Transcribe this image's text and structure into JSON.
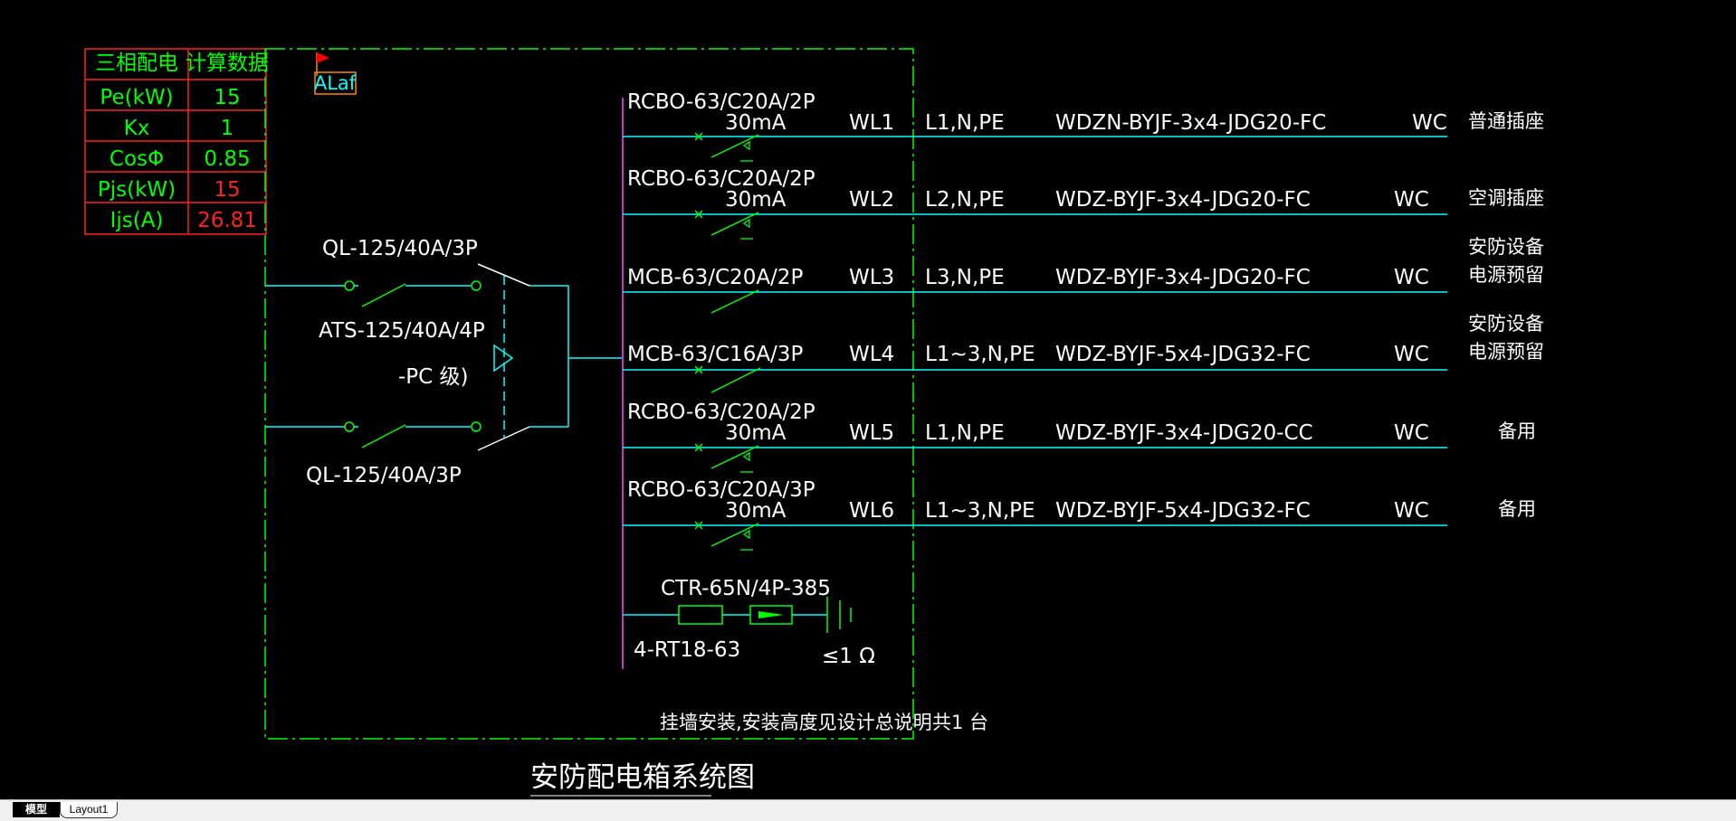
{
  "calc_table": {
    "header": [
      "三相配电",
      "计算数据"
    ],
    "rows": [
      {
        "label": "Pe(kW)",
        "value": "15"
      },
      {
        "label": "Kx",
        "value": "1"
      },
      {
        "label": "CosΦ",
        "value": "0.85"
      },
      {
        "label": "Pjs(kW)",
        "value": "15"
      },
      {
        "label": "Ijs(A)",
        "value": "26.81"
      }
    ]
  },
  "box_tag": "ALaf",
  "incoming": {
    "switch_top": "QL-125/40A/3P",
    "ats": "ATS-125/40A/4P",
    "ats_class": "-PC  级)",
    "switch_bottom": "QL-125/40A/3P"
  },
  "circuits": [
    {
      "breaker": "RCBO-63/C20A/2P",
      "leak": "30mA",
      "id": "WL1",
      "phase": "L1,N,PE",
      "cable": "WDZN-BYJF-3x4-JDG20-FC",
      "lay": "WC",
      "load": [
        "普通插座"
      ]
    },
    {
      "breaker": "RCBO-63/C20A/2P",
      "leak": "30mA",
      "id": "WL2",
      "phase": "L2,N,PE",
      "cable": "WDZ-BYJF-3x4-JDG20-FC",
      "lay": "WC",
      "load": [
        "空调插座"
      ]
    },
    {
      "breaker": "MCB-63/C20A/2P",
      "leak": "",
      "id": "WL3",
      "phase": "L3,N,PE",
      "cable": "WDZ-BYJF-3x4-JDG20-FC",
      "lay": "WC",
      "load": [
        "安防设备",
        "电源预留"
      ]
    },
    {
      "breaker": "MCB-63/C16A/3P",
      "leak": "",
      "id": "WL4",
      "phase": "L1~3,N,PE",
      "cable": "WDZ-BYJF-5x4-JDG32-FC",
      "lay": "WC",
      "load": [
        "安防设备",
        "电源预留"
      ]
    },
    {
      "breaker": "RCBO-63/C20A/2P",
      "leak": "30mA",
      "id": "WL5",
      "phase": "L1,N,PE",
      "cable": "WDZ-BYJF-3x4-JDG20-CC",
      "lay": "WC",
      "load": [
        "备用"
      ]
    },
    {
      "breaker": "RCBO-63/C20A/3P",
      "leak": "30mA",
      "id": "WL6",
      "phase": "L1~3,N,PE",
      "cable": "WDZ-BYJF-5x4-JDG32-FC",
      "lay": "WC",
      "load": [
        "备用"
      ]
    }
  ],
  "spd": {
    "label": "CTR-65N/4P-385",
    "fuse": "4-RT18-63",
    "ground": "≤1 Ω"
  },
  "install_note": "挂墙安装,安装高度见设计总说明",
  "quantity": "共1 台",
  "title": "安防配电箱系统图",
  "tabs": {
    "model": "模型",
    "layout1": "Layout1"
  },
  "colors": {
    "background": "#000000",
    "cyan": "#00ffff",
    "green": "#00ff00",
    "red": "#ff2020",
    "magenta": "#cc33cc",
    "white": "#ffffff"
  }
}
